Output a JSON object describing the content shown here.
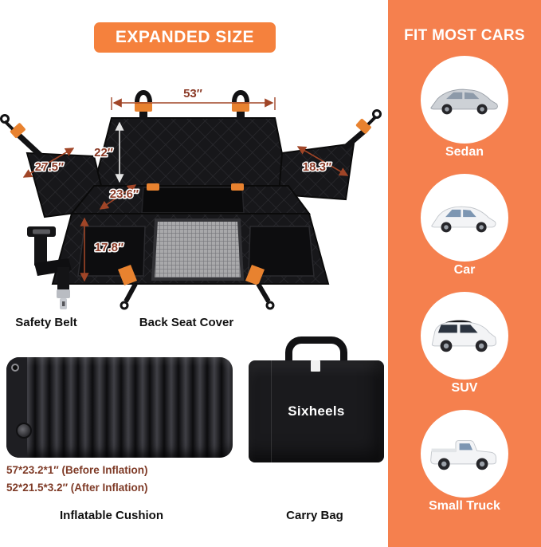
{
  "main": {
    "badge": "EXPANDED SIZE",
    "diagram": {
      "dims": {
        "top_width": "53″",
        "back_height": "22″",
        "left_flap": "27.5″",
        "right_flap": "18.3″",
        "seat_depth": "23.6″",
        "front_height": "17.8″"
      },
      "captions": {
        "safety_belt": "Safety Belt",
        "back_seat_cover": "Back Seat Cover"
      }
    },
    "bottom": {
      "cushion_spec_before": "57*23.2*1″ (Before Inflation)",
      "cushion_spec_after": "52*21.5*3.2″ (After Inflation)",
      "cushion_caption": "Inflatable Cushion",
      "bag_brand": "Sixheels",
      "bag_caption": "Carry Bag"
    }
  },
  "sidebar": {
    "title": "FIT MOST CARS",
    "vehicles": [
      {
        "label": "Sedan",
        "icon": "sedan-icon"
      },
      {
        "label": "Car",
        "icon": "car-icon"
      },
      {
        "label": "SUV",
        "icon": "suv-icon"
      },
      {
        "label": "Small Truck",
        "icon": "pickup-truck-icon"
      }
    ]
  },
  "colors": {
    "accent_orange": "#F5804E",
    "badge_orange": "#F5813D",
    "buckle_orange": "#E8822F",
    "dimension_maroon": "#8B3A26",
    "sidebar_text": "#FFFFFF",
    "product_black": "#17171A"
  }
}
